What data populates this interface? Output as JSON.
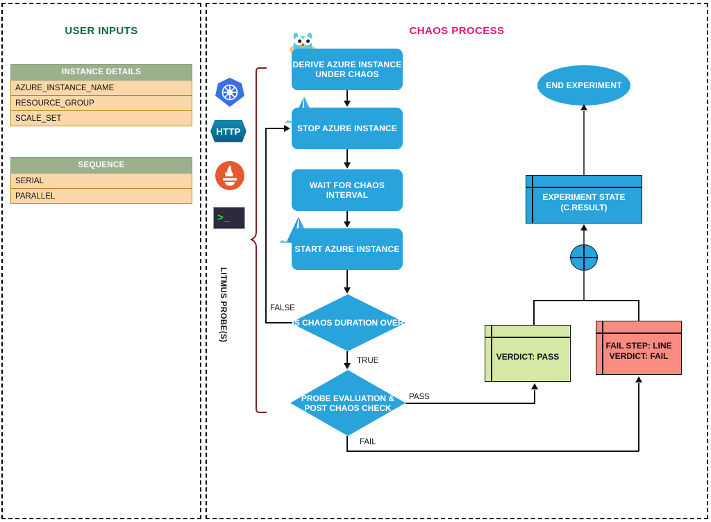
{
  "panels": {
    "user_inputs": {
      "title": "USER INPUTS",
      "title_color": "#14663A"
    },
    "chaos_process": {
      "title": "CHAOS PROCESS",
      "title_color": "#E0147E"
    }
  },
  "tables": [
    {
      "id": "instance-details",
      "header": "INSTANCE DETAILS",
      "rows": [
        "AZURE_INSTANCE_NAME",
        "RESOURCE_GROUP",
        "SCALE_SET"
      ]
    },
    {
      "id": "sequence",
      "header": "SEQUENCE",
      "rows": [
        "SERIAL",
        "PARALLEL"
      ]
    }
  ],
  "probes": {
    "label": "LITMUS PROBE(S)",
    "icons": [
      {
        "name": "kubernetes-icon",
        "text": ""
      },
      {
        "name": "http-icon",
        "text": "HTTP"
      },
      {
        "name": "prometheus-icon",
        "text": ""
      },
      {
        "name": "command-terminal-icon",
        "text": ">_"
      }
    ]
  },
  "nodes": {
    "derive_instance": "DERIVE AZURE INSTANCE UNDER CHAOS",
    "stop_instance": "STOP AZURE INSTANCE",
    "wait_interval": "WAIT FOR CHAOS INTERVAL",
    "start_instance": "START AZURE INSTANCE",
    "is_chaos_duration_over": "IS CHAOS DURATION OVER",
    "probe_evaluation": "PROBE EVALUATION & POST CHAOS CHECK",
    "end_experiment": "END EXPERIMENT",
    "experiment_state": "EXPERIMENT STATE (C.RESULT)",
    "verdict_pass": "VERDICT: PASS",
    "verdict_fail": "FAIL STEP: LINE VERDICT: FAIL"
  },
  "edge_labels": {
    "false": "FALSE",
    "true": "TRUE",
    "pass": "PASS",
    "fail": "FAIL"
  },
  "colors": {
    "node_blue": "#29A3DC",
    "pass_green": "#D5E8A5",
    "fail_red": "#F98B80",
    "table_header": "#9BB08D",
    "table_row": "#FAD7A8",
    "brace_dark_red": "#7B1F23"
  }
}
